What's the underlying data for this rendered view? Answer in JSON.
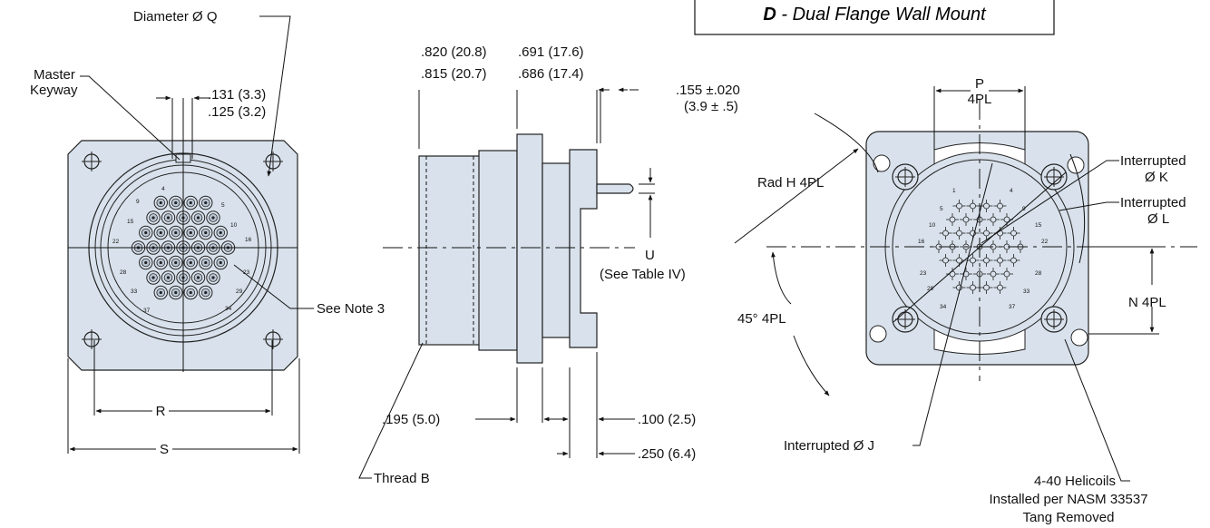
{
  "title": {
    "code": "D",
    "sep": " - ",
    "desc": "Dual Flange Wall Mount"
  },
  "colors": {
    "body_fill": "#d9e2ec",
    "outline": "#222222",
    "line": "#111111",
    "insert_fill": "#b8c4d2"
  },
  "front_view": {
    "diameter_q": "Diameter Ø Q",
    "master_keyway_1": "Master",
    "master_keyway_2": "Keyway",
    "dim_131": ".131 (3.3)",
    "dim_125": ".125 (3.2)",
    "see_note": "See Note 3",
    "dim_r": "R",
    "dim_s": "S",
    "pin_labels": [
      "4",
      "5",
      "9",
      "10",
      "15",
      "16",
      "22",
      "23",
      "28",
      "29",
      "33",
      "34",
      "37"
    ]
  },
  "side_view": {
    "dim_820": ".820 (20.8)",
    "dim_815": ".815 (20.7)",
    "dim_691": ".691 (17.6)",
    "dim_686": ".686 (17.4)",
    "dim_155": ".155 ±.020",
    "dim_155_mm": "(3.9 ± .5)",
    "dim_u": "U",
    "see_table": "(See Table IV)",
    "dim_195": ".195 (5.0)",
    "dim_100": ".100 (2.5)",
    "dim_250": ".250 (6.4)",
    "thread_b": "Thread B"
  },
  "rear_view": {
    "dim_p": "P",
    "dim_p_4pl": "4PL",
    "rad_h": "Rad H 4PL",
    "interrupted_k": "Interrupted",
    "dia_k": "Ø K",
    "interrupted_l": "Interrupted",
    "dia_l": "Ø L",
    "dim_n": "N 4PL",
    "angle": "45° 4PL",
    "interrupted_j": "Interrupted Ø J",
    "helicoil_1": "4-40 Helicoils",
    "helicoil_2": "Installed per NASM 33537",
    "helicoil_3": "Tang Removed",
    "pin_labels": [
      "1",
      "4",
      "5",
      "9",
      "10",
      "15",
      "16",
      "22",
      "23",
      "28",
      "29",
      "33",
      "34",
      "37"
    ]
  }
}
